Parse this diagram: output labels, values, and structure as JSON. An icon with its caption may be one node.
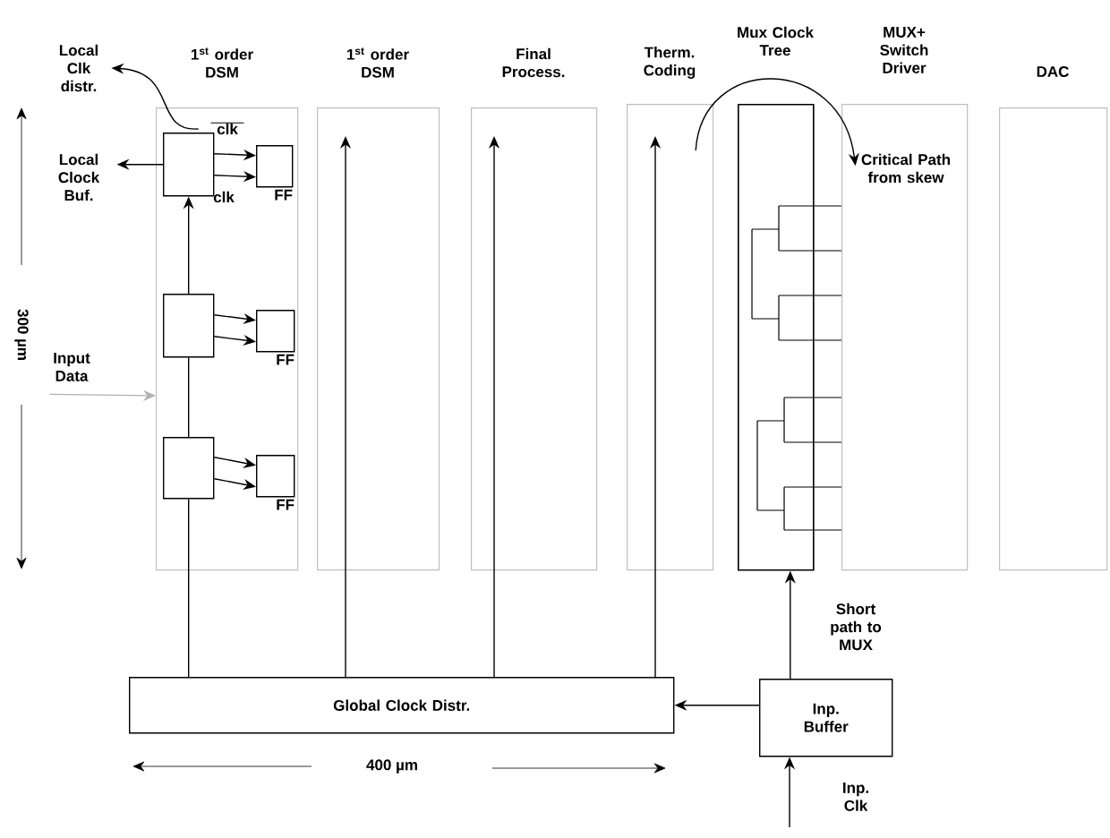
{
  "diagram": {
    "nodes": [
      {
        "text": [
          "1$^{st}$ order DSM"
        ]
      },
      {
        "text": [
          "1$^{st}$ order DSM"
        ]
      },
      {
        "text": [
          "Final Process."
        ]
      },
      {
        "text": [
          "Therm. Coding"
        ]
      },
      {
        "text": [
          "Mux Clock Tree"
        ]
      },
      {
        "text": [
          "MUX+ Switch Driver"
        ]
      },
      {
        "text": [
          "DAC"
        ]
      },
      {
        "text": [],
        "shape": "box",
        "in": 0
      },
      {
        "text": [],
        "shape": "box",
        "in": 0,
        "beside": [
          "FF"
        ]
      },
      {
        "text": [],
        "shape": "box",
        "in": 0
      },
      {
        "text": [],
        "shape": "box",
        "in": 0,
        "beside": [
          "FF"
        ]
      },
      {
        "text": [],
        "shape": "box",
        "in": 0
      },
      {
        "text": [],
        "shape": "box",
        "in": 0,
        "beside": [
          "FF"
        ]
      },
      {
        "text": [
          "Local Clk distr."
        ]
      },
      {
        "text": [
          "clk"
        ],
        "in": 0
      },
      {
        "text": [
          "Local Clock Buf."
        ]
      },
      {
        "text": [
          "Input Data"
        ]
      },
      {
        "text": [
          "Critical Path from skew"
        ],
        "in": 5
      },
      {
        "text": [
          "Global Clock Distr."
        ]
      },
      {
        "text": [
          "Inp. Buffer"
        ]
      }
    ],
    "edges": [
      {
        "from": 14,
        "to": 13,
        "arrow": "to"
      },
      {
        "from": 7,
        "to": 15,
        "arrow": "to"
      },
      {
        "from": 16,
        "to": 0,
        "arrow": "to",
        "color": "#b0b0b0"
      },
      {
        "from": 3,
        "to": 17,
        "arrow": "to"
      },
      {
        "from": 7,
        "to": 8,
        "arrow": "to"
      },
      {
        "from": 7,
        "to": 8,
        "arrow": "to"
      },
      {
        "from": 9,
        "to": 10,
        "arrow": "to"
      },
      {
        "from": 9,
        "to": 10,
        "arrow": "to"
      },
      {
        "from": 11,
        "to": 12,
        "arrow": "to"
      },
      {
        "from": 11,
        "to": 12,
        "arrow": "to"
      },
      {
        "from": 18,
        "to": 11,
        "arrow": "none"
      },
      {
        "from": 11,
        "to": 9,
        "arrow": "none"
      },
      {
        "from": 9,
        "to": 7,
        "arrow": "to"
      },
      {
        "from": 18,
        "to": 1,
        "arrow": "to"
      },
      {
        "from": 18,
        "to": 2,
        "arrow": "to"
      },
      {
        "from": 18,
        "to": 3,
        "arrow": "to"
      },
      {
        "from": 19,
        "to": 18,
        "arrow": "to"
      },
      {
        "from": 19,
        "to": 4,
        "arrow": "to",
        "label": "Short path to MUX"
      },
      {
        "from": null,
        "to": 19,
        "arrow": "to",
        "label": "Inp. Clk"
      }
    ],
    "labels": [
      "300 µm",
      "clk",
      "400 µm"
    ]
  }
}
